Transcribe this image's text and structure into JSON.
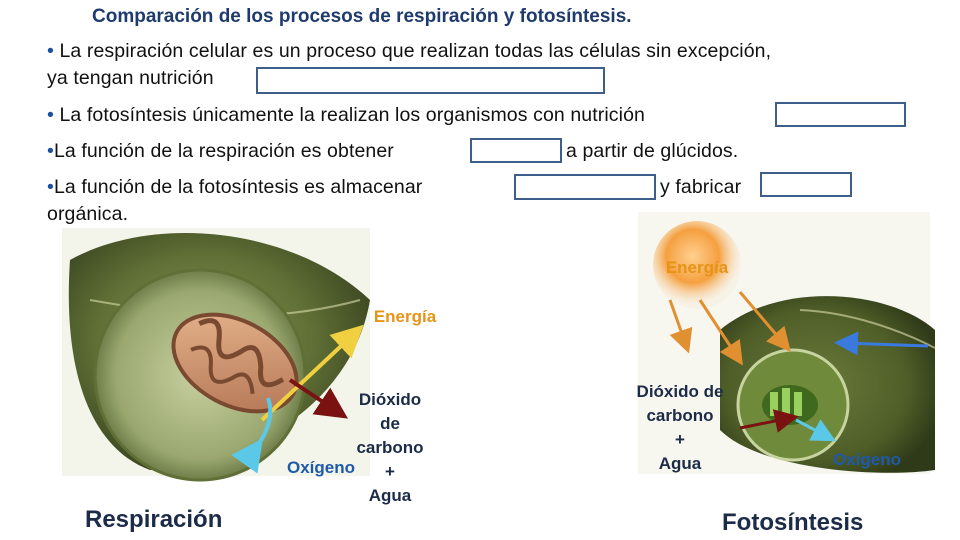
{
  "title": "Comparación de los procesos de respiración y fotosíntesis.",
  "bullets": {
    "bullet": "•",
    "b1_line1": " La respiración celular es un proceso que realizan todas las células sin excepción,",
    "b1_line2": "ya tengan nutrición",
    "b2": " La fotosíntesis únicamente la realizan los organismos con nutrición",
    "b3_a": "La función de la respiración es obtener",
    "b3_b": "a partir de glúcidos.",
    "b4_a": "La función de la fotosíntesis es almacenar",
    "b4_b": "y fabricar",
    "b4_line2": "orgánica."
  },
  "respiration": {
    "energy": "Energía",
    "co2_lines": [
      "Dióxido",
      "de",
      "carbono"
    ],
    "plus": "+",
    "water": "Agua",
    "oxygen": "Oxígeno",
    "caption": "Respiración"
  },
  "photosynthesis": {
    "energy": "Energía",
    "co2_line1": "Dióxido de",
    "co2_line2": "carbono",
    "plus": "+",
    "water": "Agua",
    "oxygen": "Oxígeno",
    "caption": "Fotosíntesis"
  },
  "colors": {
    "title": "#1f3b6e",
    "label": "#1c2b48",
    "energy": "#e69418",
    "oxygen_arrow": "#5cc8e8",
    "co2_arrow": "#7a1212",
    "blank_border": "#3d5f8a"
  }
}
